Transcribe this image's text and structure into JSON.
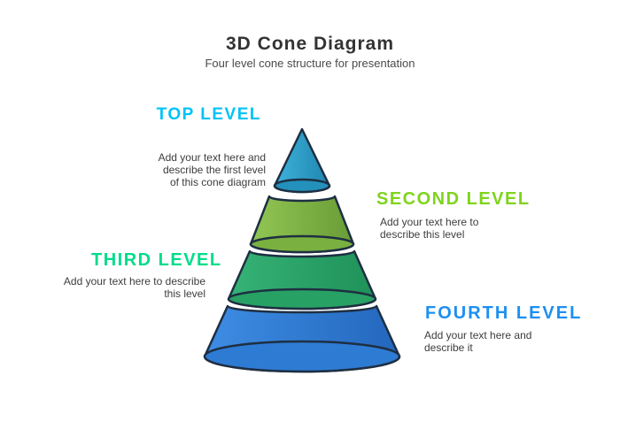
{
  "page": {
    "background_color": "#ffffff"
  },
  "title": {
    "text": "3D Cone Diagram",
    "subtitle": "Four level cone structure for presentation"
  },
  "cone": {
    "outline_color": "#1e2f42",
    "levels": [
      {
        "name": "level-1-top",
        "label": "TOP LEVEL",
        "label_color": "#00c3f7",
        "fill_left": "#3fb3dd",
        "fill_right": "#1e85ad",
        "rim_color": "#2391bb",
        "description_lines": [
          "Add your text here and",
          "describe the first level",
          "of this cone diagram"
        ],
        "side": "left"
      },
      {
        "name": "level-2",
        "label": "SECOND LEVEL",
        "label_color": "#7fd41d",
        "fill_left": "#92c653",
        "fill_right": "#699c36",
        "rim_color": "#7ab03f",
        "description_lines": [
          "Add your text here to",
          "describe this level"
        ],
        "side": "right"
      },
      {
        "name": "level-3",
        "label": "THIRD LEVEL",
        "label_color": "#00dc8b",
        "fill_left": "#36b377",
        "fill_right": "#1f9158",
        "rim_color": "#28a164",
        "description_lines": [
          "Add your text here to describe",
          "this level"
        ],
        "side": "left"
      },
      {
        "name": "level-4-bottom",
        "label": "FOURTH LEVEL",
        "label_color": "#1d8ff2",
        "fill_left": "#3e8de4",
        "fill_right": "#2367bd",
        "rim_color": "#2e7bd4",
        "description_lines": [
          "Add your text here and",
          "describe it"
        ],
        "side": "right"
      }
    ]
  }
}
